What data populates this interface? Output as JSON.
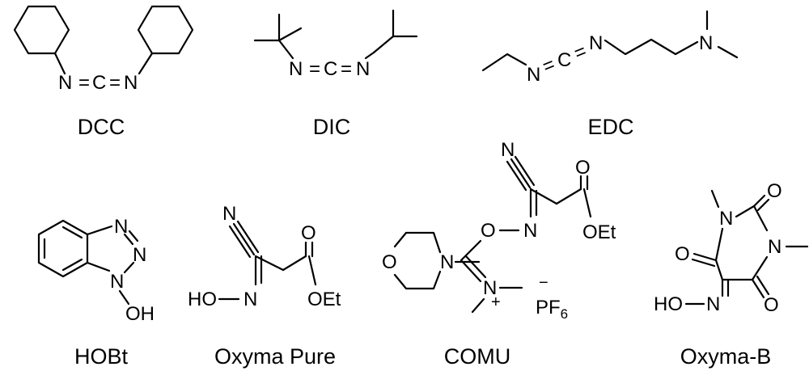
{
  "compounds": {
    "dcc": {
      "name": "DCC",
      "n1": "N",
      "eq1": "=",
      "c": "C",
      "eq2": "=",
      "n2": "N"
    },
    "dic": {
      "name": "DIC",
      "n1": "N",
      "eq1": "=",
      "c": "C",
      "eq2": "=",
      "n2": "N"
    },
    "edc": {
      "name": "EDC",
      "n1": "N",
      "eq1": "=",
      "c": "C",
      "eq2": "=",
      "n2": "N",
      "n3": "N"
    },
    "hobt": {
      "name": "HOBt",
      "n1": "N",
      "n2": "N",
      "n3": "N",
      "oh": "OH"
    },
    "oxyma_pure": {
      "name": "Oxyma Pure",
      "nitrile_n": "N",
      "ho": "HO",
      "oxime_n": "N",
      "carbonyl_o": "O",
      "oet": "OEt"
    },
    "comu": {
      "name": "COMU",
      "nitrile_n": "N",
      "carbonyl_o": "O",
      "oet": "OEt",
      "o_link": "O",
      "n_oxime": "N",
      "morph_o": "O",
      "morph_n": "N",
      "n_plus": "N",
      "plus": "+",
      "pf6_minus": "−",
      "pf6_p": "PF",
      "pf6_sub": "6"
    },
    "oxyma_b": {
      "name": "Oxyma-B",
      "o_top": "O",
      "n_top": "N",
      "n_right": "N",
      "o_left": "O",
      "o_right": "O",
      "ho": "HO",
      "oxime_n": "N"
    }
  }
}
